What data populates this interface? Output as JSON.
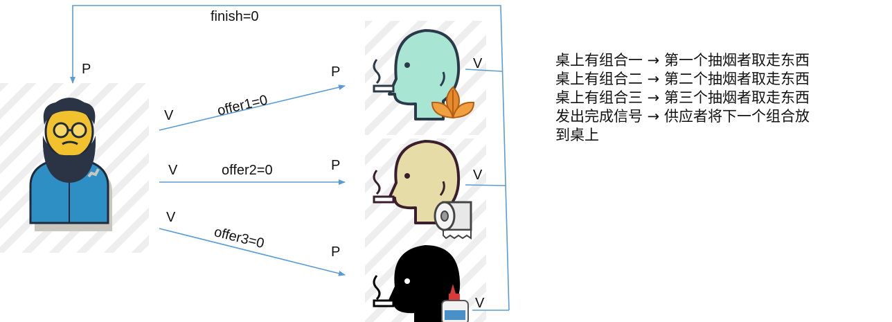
{
  "arrows": {
    "offer1": "offer1=0",
    "offer2": "offer2=0",
    "offer3": "offer3=0",
    "finish": "finish=0"
  },
  "ops": {
    "p": "P",
    "v": "V"
  },
  "agents": {
    "supplier": {
      "icon": "bearded-man-icon"
    },
    "smoker1": {
      "icon": "smoker-head-icon",
      "color": "#a8e6d3",
      "item_icon": "tobacco-leaves-icon"
    },
    "smoker2": {
      "icon": "smoker-head-icon",
      "color": "#e6dca8",
      "item_icon": "paper-roll-icon"
    },
    "smoker3": {
      "icon": "smoker-head-icon",
      "color": "#000000",
      "item_icon": "glue-bottle-icon"
    }
  },
  "colors": {
    "arrow": "#5b9bd5",
    "outline": "#1e2a3a"
  },
  "legend": {
    "lines": [
      "桌上有组合一 → 第一个抽烟者取走东西",
      "桌上有组合二 → 第二个抽烟者取走东西",
      "桌上有组合三 → 第三个抽烟者取走东西",
      "发出完成信号 → 供应者将下一个组合放",
      "到桌上"
    ]
  }
}
